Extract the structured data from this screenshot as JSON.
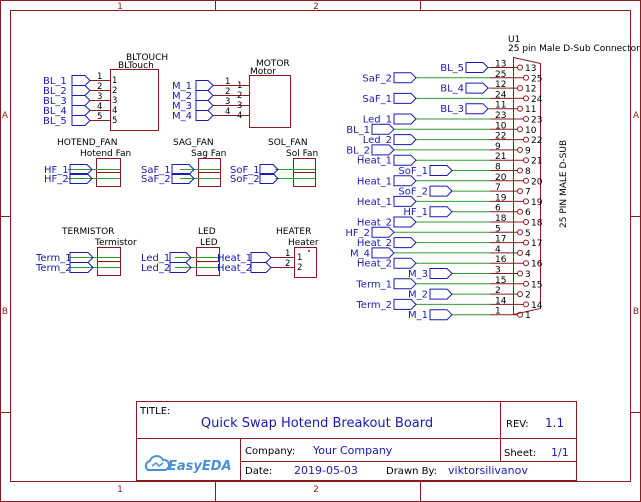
{
  "frame": {
    "columns": [
      "1",
      "2"
    ],
    "rows": [
      "A",
      "B"
    ]
  },
  "colors": {
    "frame": "#8b1a1a",
    "wire": "#2e9e2e",
    "netlabel": "#1a1ab4",
    "symbol": "#8b1a1a",
    "title_text": "#1a1ab4"
  },
  "components": {
    "bltouch": {
      "ref": "BLTOUCH",
      "value": "BLTouch",
      "pins": [
        "1",
        "2",
        "3",
        "4",
        "5"
      ],
      "nets": [
        "BL_1",
        "BL_2",
        "BL_3",
        "BL_4",
        "BL_5"
      ]
    },
    "motor": {
      "ref": "MOTOR",
      "value": "Motor",
      "pins": [
        "1",
        "2",
        "3",
        "4"
      ],
      "nets": [
        "M_1",
        "M_2",
        "M_3",
        "M_4"
      ]
    },
    "hotend_fan": {
      "ref": "HOTEND_FAN",
      "value": "Hotend Fan",
      "nets": [
        "HF_1",
        "HF_2"
      ]
    },
    "sag_fan": {
      "ref": "SAG_FAN",
      "value": "Sag Fan",
      "nets": [
        "SaF_1",
        "SaF_2"
      ]
    },
    "sol_fan": {
      "ref": "SOL_FAN",
      "value": "Sol Fan",
      "nets": [
        "SoF_1",
        "SoF_2"
      ]
    },
    "termistor": {
      "ref": "TERMISTOR",
      "value": "Termistor",
      "nets": [
        "Term_1",
        "Term_2"
      ]
    },
    "led": {
      "ref": "LED",
      "value": "LED",
      "nets": [
        "Led_1",
        "Led_2"
      ]
    },
    "heater": {
      "ref": "HEATER",
      "value": "Heater",
      "pins": [
        "1",
        "2"
      ],
      "nets": [
        "Heat_1",
        "Heat_2"
      ]
    }
  },
  "connector": {
    "ref": "U1",
    "value": "25 pin Male D-Sub Connector",
    "side_label": "25 PIN MALE D-SUB",
    "pins": [
      {
        "n": "13",
        "net": "BL_5"
      },
      {
        "n": "25",
        "net": "SaF_2"
      },
      {
        "n": "12",
        "net": "BL_4"
      },
      {
        "n": "24",
        "net": "SaF_1"
      },
      {
        "n": "11",
        "net": "BL_3"
      },
      {
        "n": "23",
        "net": "Led_1"
      },
      {
        "n": "10",
        "net": "BL_1"
      },
      {
        "n": "22",
        "net": "Led_2"
      },
      {
        "n": "9",
        "net": "BL_2"
      },
      {
        "n": "21",
        "net": "Heat_1"
      },
      {
        "n": "8",
        "net": "SoF_1"
      },
      {
        "n": "20",
        "net": "Heat_1"
      },
      {
        "n": "7",
        "net": "SoF_2"
      },
      {
        "n": "19",
        "net": "Heat_1"
      },
      {
        "n": "6",
        "net": "HF_1"
      },
      {
        "n": "18",
        "net": "Heat_2"
      },
      {
        "n": "5",
        "net": "HF_2"
      },
      {
        "n": "17",
        "net": "Heat_2"
      },
      {
        "n": "4",
        "net": "M_4"
      },
      {
        "n": "16",
        "net": "Heat_2"
      },
      {
        "n": "3",
        "net": "M_3"
      },
      {
        "n": "15",
        "net": "Term_1"
      },
      {
        "n": "2",
        "net": "M_2"
      },
      {
        "n": "14",
        "net": "Term_2"
      },
      {
        "n": "1",
        "net": "M_1"
      }
    ]
  },
  "title_block": {
    "title_label": "TITLE:",
    "title": "Quick Swap Hotend Breakout Board",
    "rev_label": "REV:",
    "rev": "1.1",
    "company_label": "Company:",
    "company": "Your Company",
    "sheet_label": "Sheet:",
    "sheet": "1/1",
    "date_label": "Date:",
    "date": "2019-05-03",
    "drawn_label": "Drawn By:",
    "drawn_by": "viktorsilivanov",
    "logo_text": "EasyEDA"
  }
}
